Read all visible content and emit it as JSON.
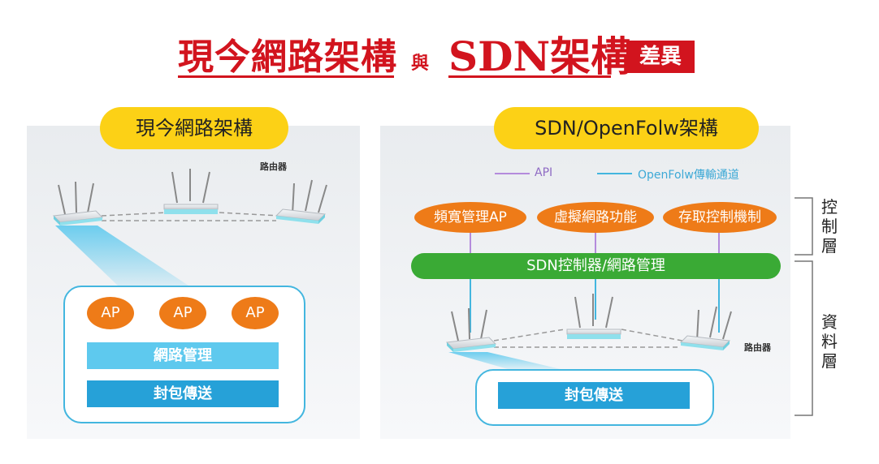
{
  "title": {
    "part1": "現今網路架構",
    "connector": "與",
    "part2": "SDN架構",
    "badge": "差異"
  },
  "left_panel": {
    "header": "現今網路架構",
    "router_label": "路由器",
    "ap_labels": [
      "AP",
      "AP",
      "AP"
    ],
    "network_mgmt": "網路管理",
    "packet_forward": "封包傳送"
  },
  "right_panel": {
    "header": "SDN/OpenFolw架構",
    "legend": {
      "api": "API",
      "openflow": "OpenFolw傳輸通道"
    },
    "apps": [
      "頻寬管理AP",
      "虛擬網路功能",
      "存取控制機制"
    ],
    "controller": "SDN控制器/網路管理",
    "router_label": "路由器",
    "packet_forward": "封包傳送",
    "control_layer": "控制層",
    "data_layer": "資料層"
  },
  "colors": {
    "title_red": "#d2141e",
    "pill_yellow": "#fcd116",
    "ap_orange": "#ee7b18",
    "mgmt_light_blue": "#5ec9ee",
    "forward_blue": "#26a1d8",
    "controller_green": "#3aaa35",
    "api_purple": "#b48bdc",
    "openflow_blue": "#43b6df"
  }
}
